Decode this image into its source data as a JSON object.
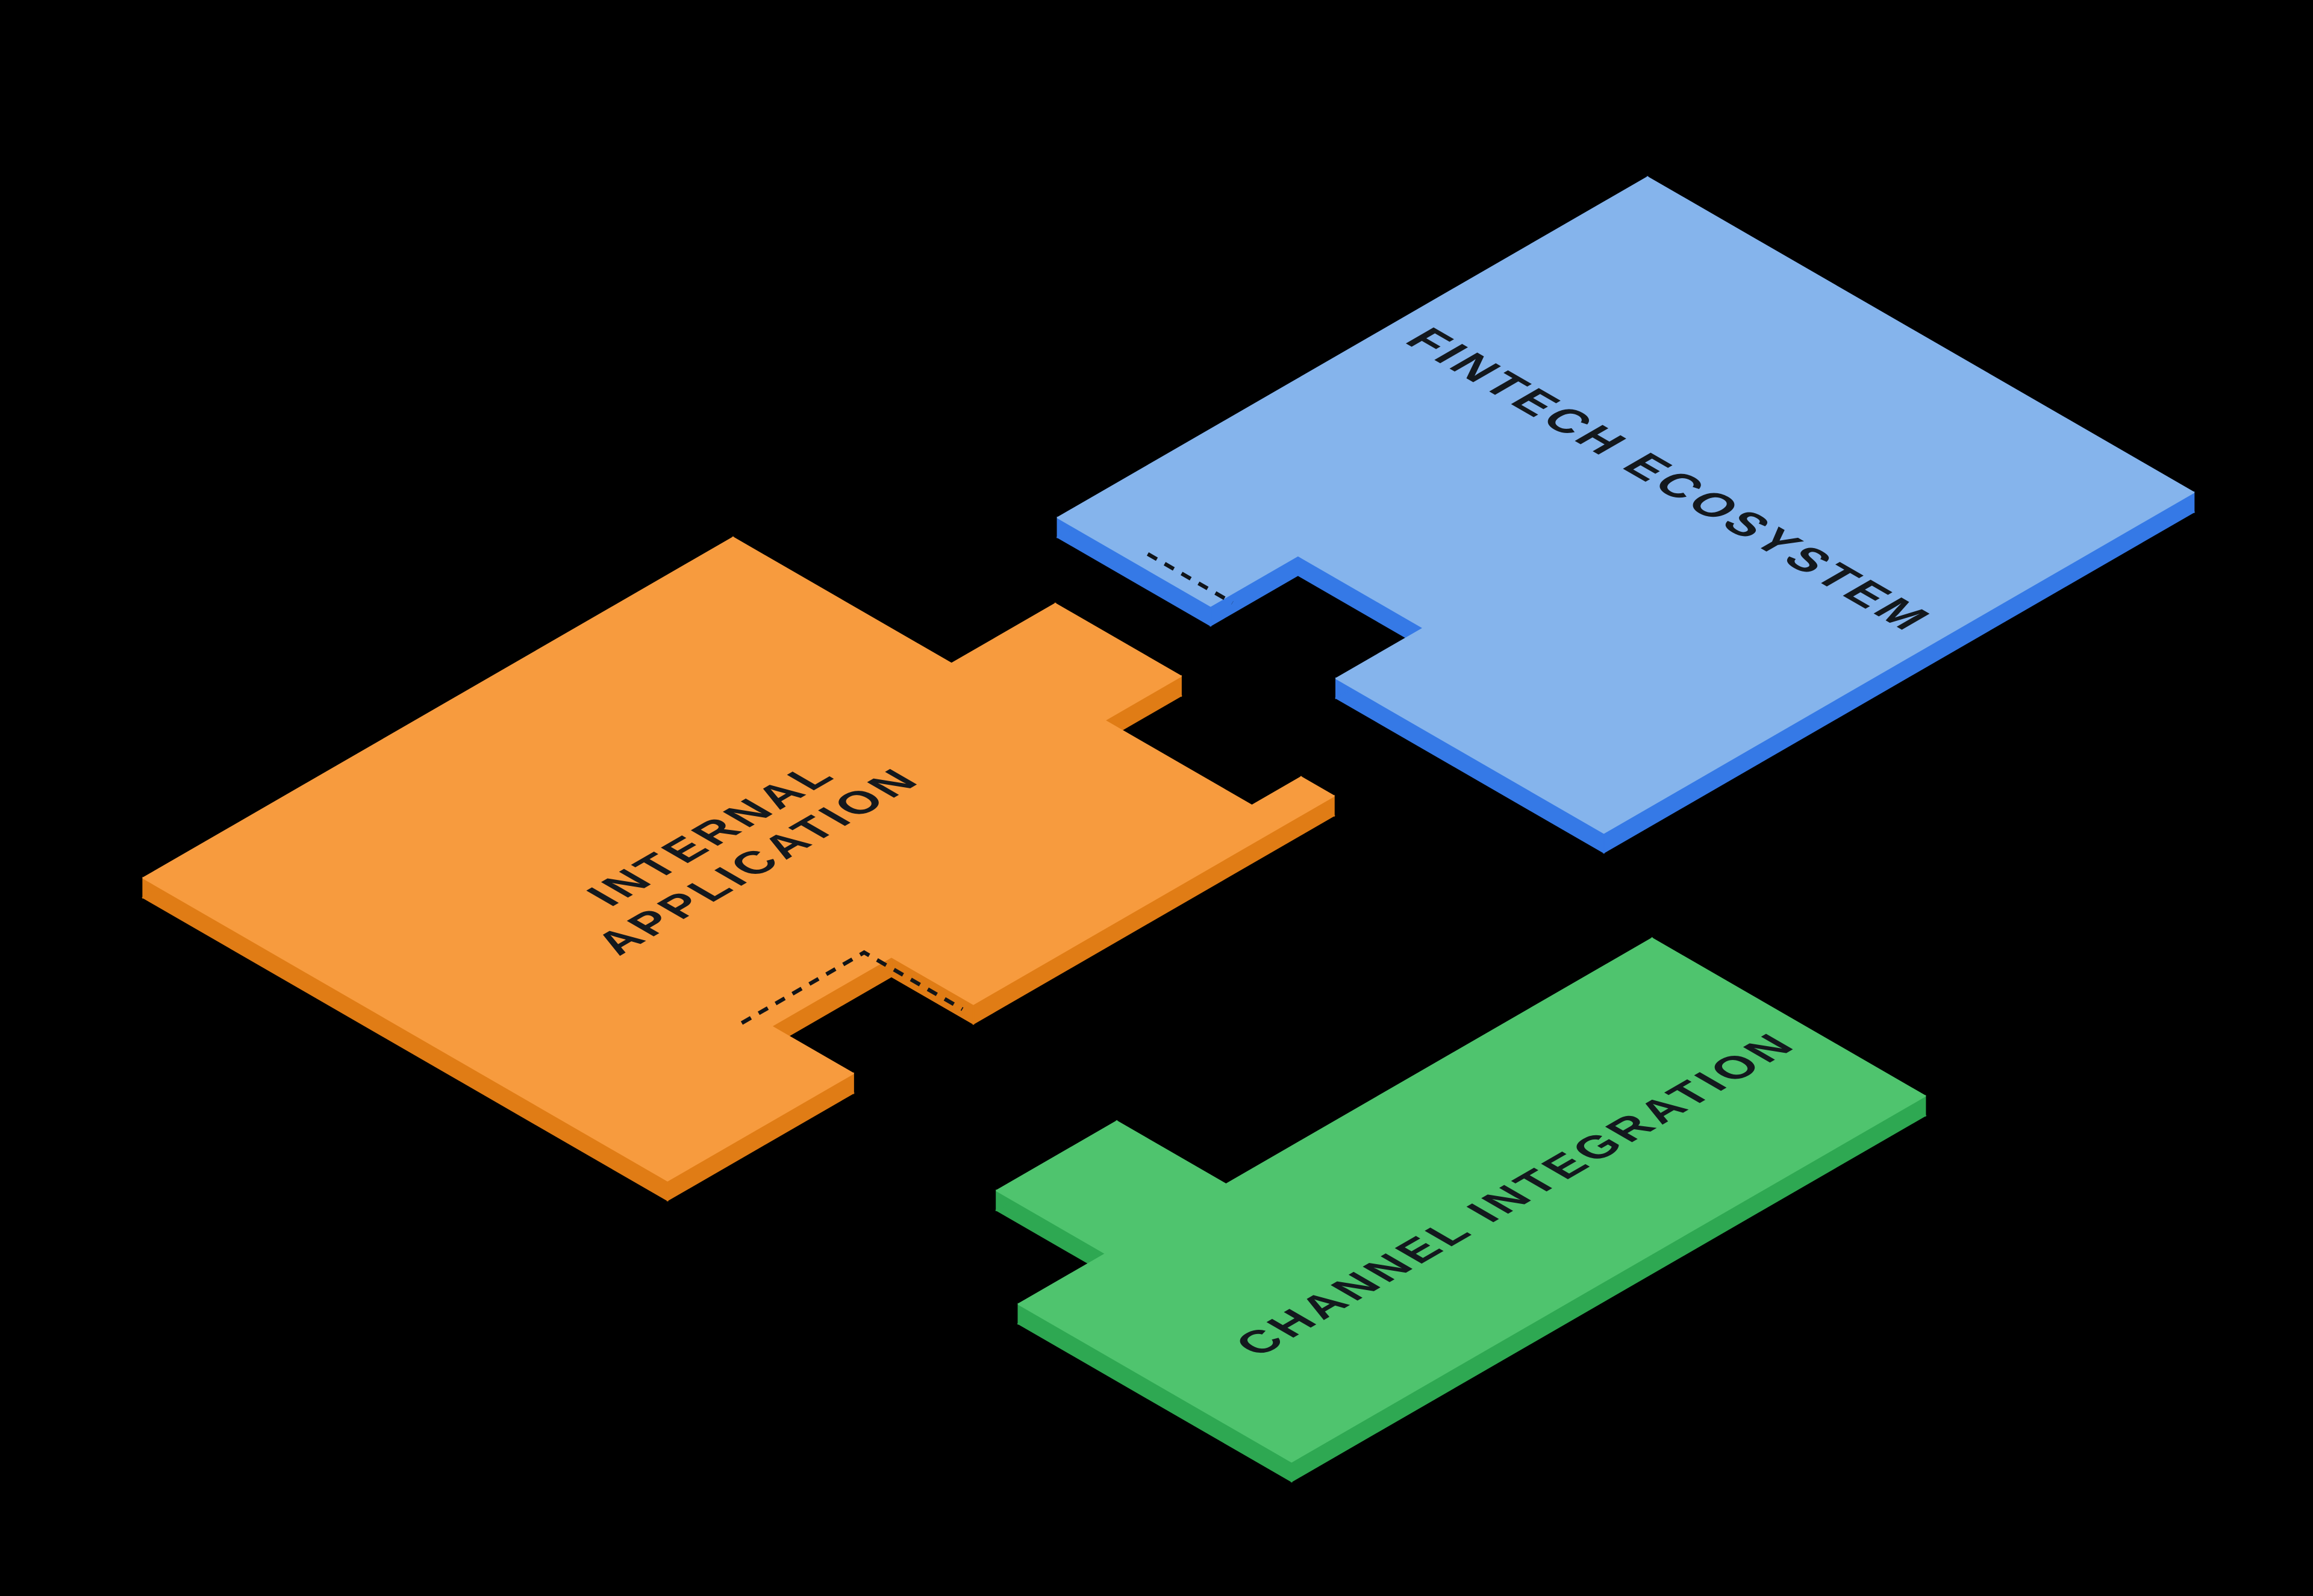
{
  "diagram": {
    "title": "Isometric puzzle diagram",
    "background": "#000000",
    "connector_color": "#101418",
    "pieces": [
      {
        "id": "internal-application",
        "label_lines": [
          "INTERNAL",
          "APPLICATION"
        ],
        "top_color": "#F79B3E",
        "side_color": "#E07C15",
        "text_color": "#13181d"
      },
      {
        "id": "fintech-ecosystem",
        "label_lines": [
          "FINTECH ECOSYSTEM"
        ],
        "top_color": "#85B4EC",
        "side_color": "#3579E6",
        "text_color": "#13181d"
      },
      {
        "id": "channel-integration",
        "label_lines": [
          "CHANNEL INTEGRATION"
        ],
        "top_color": "#4FC46E",
        "side_color": "#2EA852",
        "text_color": "#13181d"
      }
    ]
  }
}
